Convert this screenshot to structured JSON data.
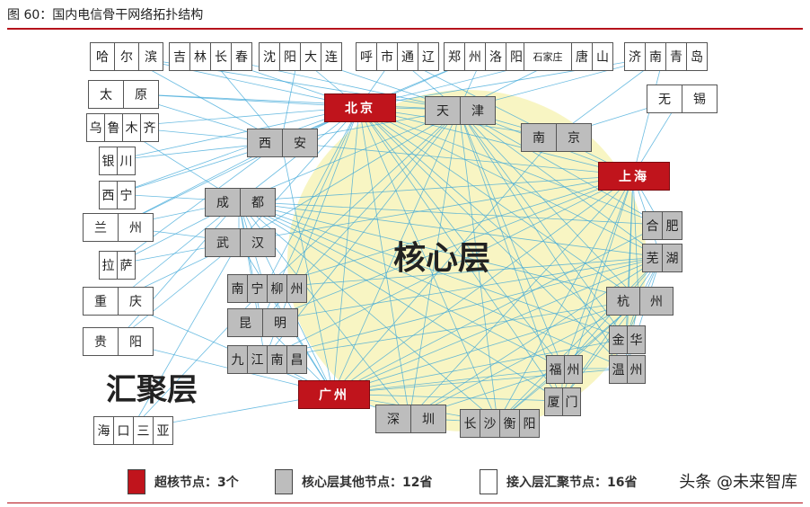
{
  "figure_title": "图 60：国内电信骨干网络拓扑结构",
  "labels": {
    "core_layer": "核心层",
    "aggregation_layer": "汇聚层"
  },
  "colors": {
    "super_core": "#c0141c",
    "core": "#bdbdbd",
    "access": "#ffffff",
    "links": "#3aa6d8",
    "core_area": "#f7f3b8",
    "rule": "#b5121b"
  },
  "nodes": [
    {
      "id": "harbin",
      "type": "access",
      "cells": [
        "哈",
        "尔",
        "滨"
      ]
    },
    {
      "id": "jilin-changchun",
      "type": "access",
      "cells": [
        "吉",
        "林",
        "长",
        "春"
      ]
    },
    {
      "id": "shenyang-dalian",
      "type": "access",
      "cells": [
        "沈",
        "阳",
        "大",
        "连"
      ]
    },
    {
      "id": "hohhot-liaoning",
      "type": "access",
      "cells": [
        "呼",
        "市",
        "通",
        "辽"
      ]
    },
    {
      "id": "zhengzhou-luoyang",
      "type": "access",
      "cells": [
        "郑",
        "州",
        "洛",
        "阳"
      ]
    },
    {
      "id": "shijiazhuang-tangshan",
      "type": "access",
      "cells": [
        "石家庄",
        "唐",
        "山"
      ]
    },
    {
      "id": "jinan-qingdao",
      "type": "access",
      "cells": [
        "济",
        "南",
        "青",
        "岛"
      ]
    },
    {
      "id": "taiyuan",
      "type": "access",
      "cells": [
        "太",
        "原"
      ]
    },
    {
      "id": "wuxi",
      "type": "access",
      "cells": [
        "无",
        "锡"
      ]
    },
    {
      "id": "urumqi",
      "type": "access",
      "cells": [
        "乌",
        "鲁",
        "木",
        "齐"
      ]
    },
    {
      "id": "yinchuan",
      "type": "access",
      "cells": [
        "银",
        "川"
      ]
    },
    {
      "id": "xining",
      "type": "access",
      "cells": [
        "西",
        "宁"
      ]
    },
    {
      "id": "lanzhou",
      "type": "access",
      "cells": [
        "兰",
        "州"
      ]
    },
    {
      "id": "lhasa",
      "type": "access",
      "cells": [
        "拉",
        "萨"
      ]
    },
    {
      "id": "chongqing",
      "type": "access",
      "cells": [
        "重",
        "庆"
      ]
    },
    {
      "id": "guiyang",
      "type": "access",
      "cells": [
        "贵",
        "阳"
      ]
    },
    {
      "id": "haikou-sanya",
      "type": "access",
      "cells": [
        "海",
        "口",
        "三",
        "亚"
      ]
    },
    {
      "id": "beijing",
      "type": "super",
      "cells": [
        "北京"
      ]
    },
    {
      "id": "shanghai",
      "type": "super",
      "cells": [
        "上海"
      ]
    },
    {
      "id": "guangzhou",
      "type": "super",
      "cells": [
        "广州"
      ]
    },
    {
      "id": "tianjin",
      "type": "core",
      "cells": [
        "天",
        "津"
      ]
    },
    {
      "id": "xian",
      "type": "core",
      "cells": [
        "西",
        "安"
      ]
    },
    {
      "id": "nanjing",
      "type": "core",
      "cells": [
        "南",
        "京"
      ]
    },
    {
      "id": "chengdu",
      "type": "core",
      "cells": [
        "成",
        "都"
      ]
    },
    {
      "id": "wuhan",
      "type": "core",
      "cells": [
        "武",
        "汉"
      ]
    },
    {
      "id": "hefei",
      "type": "core",
      "cells": [
        "合",
        "肥"
      ]
    },
    {
      "id": "wuhu",
      "type": "core",
      "cells": [
        "芜",
        "湖"
      ]
    },
    {
      "id": "nanning-liuzhou",
      "type": "core",
      "cells": [
        "南",
        "宁",
        "柳",
        "州"
      ]
    },
    {
      "id": "kunming",
      "type": "core",
      "cells": [
        "昆",
        "明"
      ]
    },
    {
      "id": "hangzhou",
      "type": "core",
      "cells": [
        "杭",
        "州"
      ]
    },
    {
      "id": "jiujiang-nanchang",
      "type": "core",
      "cells": [
        "九",
        "江",
        "南",
        "昌"
      ]
    },
    {
      "id": "jinhua",
      "type": "core",
      "cells": [
        "金",
        "华"
      ]
    },
    {
      "id": "fuzhou",
      "type": "core",
      "cells": [
        "福",
        "州"
      ]
    },
    {
      "id": "wenzhou",
      "type": "core",
      "cells": [
        "温",
        "州"
      ]
    },
    {
      "id": "xiamen",
      "type": "core",
      "cells": [
        "厦",
        "门"
      ]
    },
    {
      "id": "shenzhen",
      "type": "core",
      "cells": [
        "深",
        "圳"
      ]
    },
    {
      "id": "changsha-hengyang",
      "type": "core",
      "cells": [
        "长",
        "沙",
        "衡",
        "阳"
      ]
    }
  ],
  "legend": [
    {
      "id": "super",
      "text": "超核节点：3个",
      "color": "#c0141c"
    },
    {
      "id": "core",
      "text": "核心层其他节点：12省",
      "color": "#bdbdbd"
    },
    {
      "id": "access",
      "text": "接入层汇聚节点：16省",
      "color": "#ffffff"
    }
  ],
  "watermark": "头条 @未来智库"
}
